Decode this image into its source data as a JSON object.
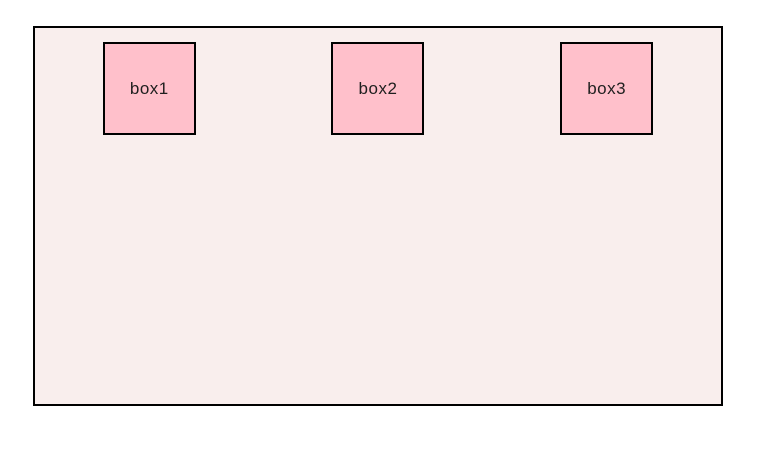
{
  "page": {
    "background_color": "#ffffff"
  },
  "container": {
    "background_color": "#f9eeed",
    "border_color": "#000000"
  },
  "box_style": {
    "background_color": "#ffc0cb",
    "border_color": "#000000",
    "text_color": "#1f1f1f"
  },
  "boxes": [
    {
      "label": "box1"
    },
    {
      "label": "box2"
    },
    {
      "label": "box3"
    }
  ]
}
